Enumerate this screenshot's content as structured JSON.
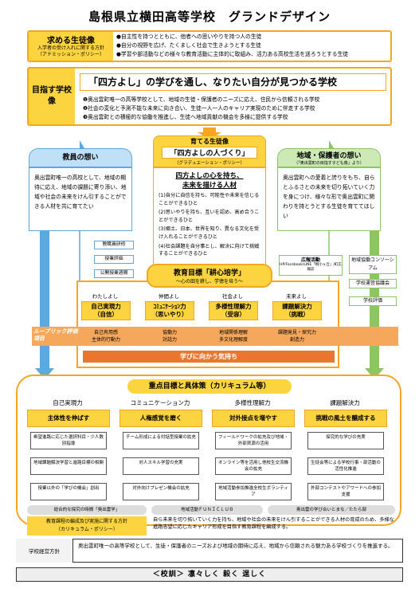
{
  "title": "島根県立横田高等学校　グランドデザイン",
  "admission": {
    "label": "求める生徒像",
    "sub1": "入学者の受け入れに関する方針",
    "sub2": "（アドミッション・ポリシー）",
    "items": [
      "●自主性を持つとともに、他者への思いやりを持つ人の生徒",
      "●自分の視野を広げ、たくましく社会で生きようとする生徒",
      "●学習や部活動などの様々な教育活動に主体的に取組み、活力ある高校生活を送ろうとする生徒"
    ]
  },
  "vision": {
    "label": "目指す学校像",
    "main": "「四方よし」の学びを通し、なりたい自分が見つかる学校",
    "items": [
      "❶奥出雲町唯一の高等学校として、地域の生徒・保護者のニーズに応え、住民から信頼される学校",
      "❷社会の変化と予測不能な未来に向き合い、生徒一人一人のキャリア実現のために伴走する学校",
      "❸奥出雲町との積極的な協働を推進し、生徒へ地域貢献の機会を多様に提供する学校"
    ]
  },
  "teachers": {
    "heading": "教員の想い",
    "text": "奥出雲町唯一の高校として、地域の期待に応え、地域の課題に寄り添い、地域や社会の未来をけん引することができる人材を共に育てたい"
  },
  "community": {
    "heading": "地域・保護者の想い",
    "sub": "（「奥出雲町の目指す子ども像」より）",
    "text": "奥出雲町への愛着と誇りをもち、自らとふるさとの未来を切り拓いていく力を身につけ、様々な形で奥出雲町に関わりを持とうとする生徒を育ててほしい"
  },
  "graduate": {
    "h1": "育てる生徒像",
    "h2": "「四方よしの人づくり」",
    "h3": "（グラデュエーション・ポリシー）",
    "t1": "四方よしの心を持ち、",
    "t2": "未来を描ける人材",
    "items": [
      "(1)自分に自信を持ち、可能性や未来を信じることができるひと",
      "(2)思いやりを持ち、互いを認め、高め合うことができるひと",
      "(3)郷土、日本、世界を知り、異なる文化を受け入れることができるひと",
      "(4)社会課題を自分事とし、解決に向けて挑戦することができるひと"
    ]
  },
  "teacher_links": [
    "教職員研修",
    "授業評価",
    "公開授業週間"
  ],
  "community_links": {
    "pr": "広報活動",
    "pr_sub": "HP/Facebook/LINE「桐小ヶ丘」/町広報誌",
    "items": [
      "地域協働コンソーシアム",
      "学校運営協議会",
      "学校評価"
    ]
  },
  "goals": {
    "heading": "教育目標「耕心培学」",
    "sub": "～心の田を耕し、学徳を培う～",
    "labels": [
      "わたしよし",
      "仲間よし",
      "社会よし",
      "未来よし"
    ],
    "items": [
      {
        "name": "自己実現力",
        "sub": "（自信）"
      },
      {
        "name": "ｺﾐｭﾆｹｰｼｮﾝ力",
        "sub": "（思いやり）"
      },
      {
        "name": "多様性理解力",
        "sub": "（受容）"
      },
      {
        "name": "課題解決力",
        "sub": "（挑戦）"
      }
    ],
    "rubric_label": "ルーブリック評価項目",
    "rubrics": [
      [
        "自己有用感",
        "主体的行動力"
      ],
      [
        "協働力",
        "対話力"
      ],
      [
        "地域関係理解",
        "多文化理解度"
      ],
      [
        "課題発見・探究力",
        "創造力"
      ]
    ],
    "learn": "学びに向かう気持ち"
  },
  "curriculum": {
    "heading": "重点目標と具体策（カリキュラム等）",
    "cols": [
      "自己実現力",
      "コミュニケーション力",
      "多様性理解力",
      "課題解決力"
    ],
    "strategies": [
      "主体性を伸ばす",
      "人権感覚を磨く",
      "対外接点を増やす",
      "挑戦の風土を醸成する"
    ],
    "rows": [
      [
        "希望進路に応じた選択科目・少人数別指導",
        "チーム形成による対話型授業の拡充",
        "フィールドワークの拡充及び地域・外部資源の活用",
        "探究的な学びの充実"
      ],
      [
        "地域課題解決学習と進路目標の相関",
        "対人スキル学習の充実",
        "オンライン等を活用し他校生交流機会の拡充",
        "生徒会等による学校行事・部活動の活性化推進"
      ],
      [
        "授業以外の「学びの機会」創出",
        "対外向けプレゼン機会の拡充",
        "地域活動参加推進全校生ボランティア",
        "外部コンテストやアワードへの参加支援"
      ]
    ],
    "bars": [
      "総合的な探究の時間「奥出雲学」",
      "地域活動ＦＵＮＩＣＬＵＢ",
      "奥出雲の学び合いとまな／たたら部"
    ]
  },
  "curriculum_policy": {
    "label1": "教育課程の編成及び実施に関する方針",
    "label2": "（カリキュラム・ポリシー）",
    "text": "自ら未来を切り拓いていく力を持ち、地域や社会の未来をけん引することができる人材の育成のため、多様な進路志望に応じたキャリア形成を目指す教育課程を編成する。"
  },
  "mission": {
    "label": "学校経営方針",
    "text": "奥出雲町唯一の高等学校として、生徒・保護者のニーズおよび地域の期待に応え、地域から信頼される魅力ある学校づくりを推進する。"
  },
  "motto": "＜校訓＞ 凛々しく 毅く 逞しく",
  "colors": {
    "yellow": "#fbd43f",
    "orange": "#f5a623",
    "blue": "#5aa9e0",
    "green": "#8dc661",
    "dark_orange": "#e9772d"
  }
}
